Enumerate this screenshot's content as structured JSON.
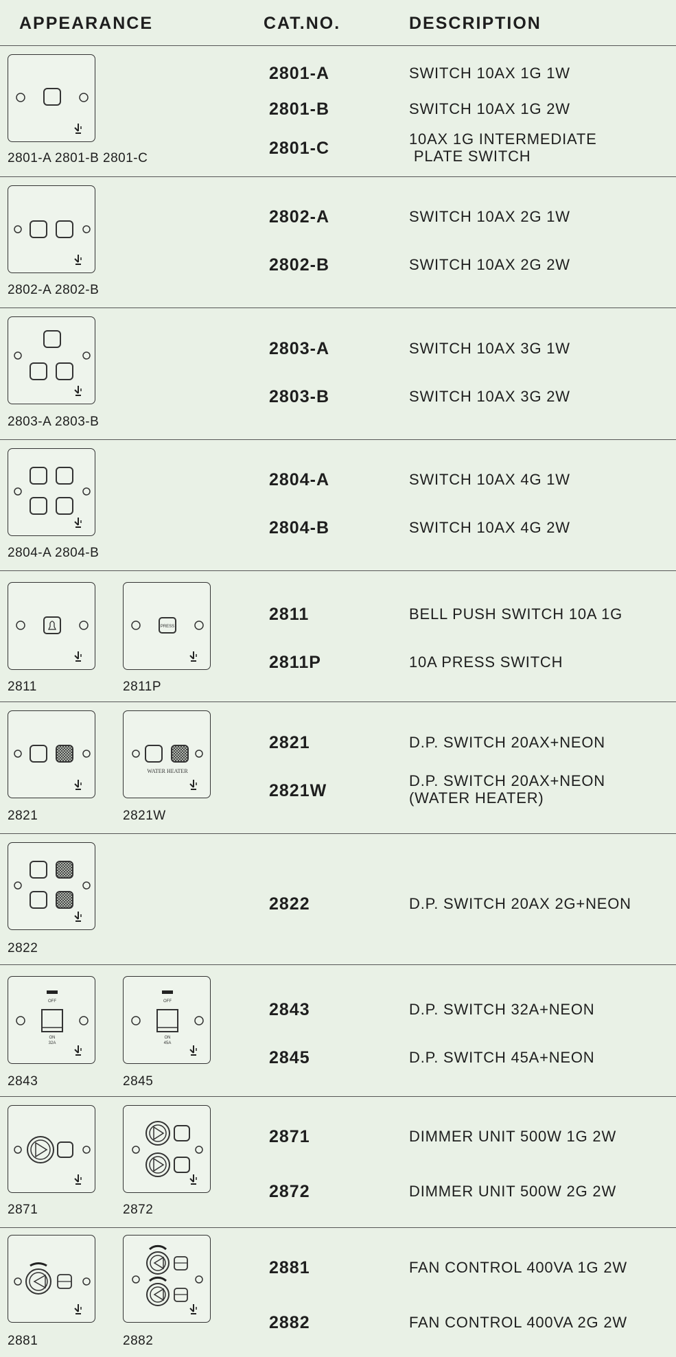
{
  "header": {
    "appearance": "APPEARANCE",
    "catno": "CAT.NO.",
    "description": "DESCRIPTION"
  },
  "plate_text": {
    "press": "PRESS",
    "water_heater": "WATER HEATER",
    "off": "OFF",
    "on": "ON",
    "a32": "32A",
    "a45": "45A"
  },
  "rows": [
    {
      "captions": [
        "2801-A  2801-B  2801-C"
      ],
      "items": [
        {
          "cat": "2801-A",
          "desc": "SWITCH 10AX 1G 1W"
        },
        {
          "cat": "2801-B",
          "desc": "SWITCH 10AX 1G 2W"
        },
        {
          "cat": "2801-C",
          "desc": "10AX 1G INTERMEDIATE\n PLATE SWITCH"
        }
      ]
    },
    {
      "captions": [
        "2802-A  2802-B"
      ],
      "items": [
        {
          "cat": "2802-A",
          "desc": "SWITCH 10AX 2G 1W"
        },
        {
          "cat": "2802-B",
          "desc": "SWITCH 10AX 2G 2W"
        }
      ]
    },
    {
      "captions": [
        "2803-A  2803-B"
      ],
      "items": [
        {
          "cat": "2803-A",
          "desc": "SWITCH 10AX 3G 1W"
        },
        {
          "cat": "2803-B",
          "desc": "SWITCH 10AX 3G 2W"
        }
      ]
    },
    {
      "captions": [
        "2804-A  2804-B"
      ],
      "items": [
        {
          "cat": "2804-A",
          "desc": "SWITCH 10AX 4G 1W"
        },
        {
          "cat": "2804-B",
          "desc": "SWITCH 10AX 4G 2W"
        }
      ]
    },
    {
      "captions": [
        "2811",
        "2811P"
      ],
      "items": [
        {
          "cat": "2811",
          "desc": "BELL PUSH SWITCH 10A 1G"
        },
        {
          "cat": "2811P",
          "desc": "10A PRESS SWITCH"
        }
      ]
    },
    {
      "captions": [
        "2821",
        "2821W"
      ],
      "items": [
        {
          "cat": "2821",
          "desc": "D.P. SWITCH 20AX+NEON"
        },
        {
          "cat": "2821W",
          "desc": "D.P. SWITCH 20AX+NEON\n(WATER HEATER)"
        }
      ]
    },
    {
      "captions": [
        "2822"
      ],
      "items": [
        {
          "cat": "2822",
          "desc": "D.P. SWITCH 20AX 2G+NEON"
        }
      ]
    },
    {
      "captions": [
        "2843",
        "2845"
      ],
      "items": [
        {
          "cat": "2843",
          "desc": "D.P. SWITCH 32A+NEON"
        },
        {
          "cat": "2845",
          "desc": "D.P. SWITCH 45A+NEON"
        }
      ]
    },
    {
      "captions": [
        "2871",
        "2872"
      ],
      "items": [
        {
          "cat": "2871",
          "desc": "DIMMER UNIT 500W 1G 2W"
        },
        {
          "cat": "2872",
          "desc": "DIMMER UNIT 500W 2G 2W"
        }
      ]
    },
    {
      "captions": [
        "2881",
        "2882"
      ],
      "items": [
        {
          "cat": "2881",
          "desc": "FAN CONTROL 400VA 1G 2W"
        },
        {
          "cat": "2882",
          "desc": "FAN CONTROL 400VA 2G 2W"
        }
      ]
    }
  ]
}
